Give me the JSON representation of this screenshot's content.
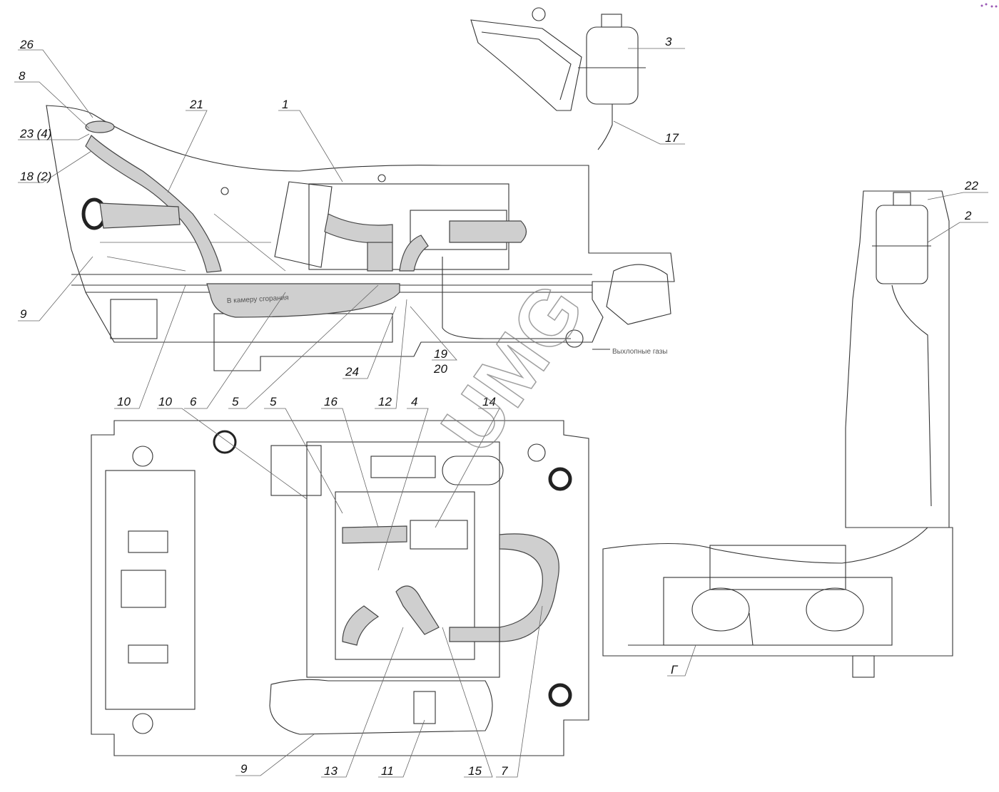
{
  "callouts": [
    "26",
    "8",
    "23 (4)",
    "18 (2)",
    "21",
    "1",
    "3",
    "17",
    "22",
    "2",
    "9",
    "10",
    "10",
    "6",
    "5",
    "5",
    "16",
    "12",
    "4",
    "14",
    "24",
    "19",
    "20",
    "9",
    "13",
    "11",
    "15",
    "7",
    "Г"
  ],
  "annotations": {
    "combustion_air": "В камеру сгорания",
    "exhaust": "Выхлопные газы"
  },
  "watermark": "UMG",
  "accent_color": "#9b59b6"
}
